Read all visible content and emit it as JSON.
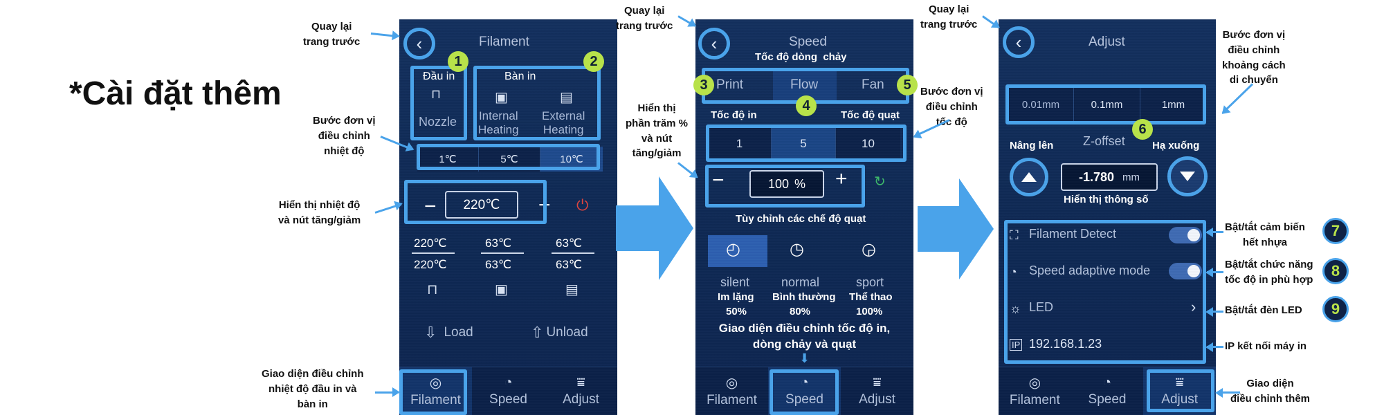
{
  "heading": "*Cài đặt thêm",
  "screen1": {
    "title": "Filament",
    "nozzle_header": "Đầu in",
    "nozzle_label": "Nozzle",
    "bed_header": "Bàn in",
    "internal_heating": "Internal\nHeating",
    "external_heating": "External\nHeating",
    "steps": [
      "1℃",
      "5℃",
      "10℃"
    ],
    "selected_step": "10℃",
    "temp_value": "220℃",
    "minus": "−",
    "plus": "+",
    "readouts": [
      {
        "current": "220℃",
        "target": "220℃",
        "icon": "nozzle-icon"
      },
      {
        "current": "63℃",
        "target": "63℃",
        "icon": "internal-heating-icon"
      },
      {
        "current": "63℃",
        "target": "63℃",
        "icon": "external-heating-icon"
      }
    ],
    "load": "Load",
    "unload": "Unload",
    "nav": [
      "Filament",
      "Speed",
      "Adjust"
    ],
    "active_tab": "Filament"
  },
  "screen2": {
    "title": "Speed",
    "flow_caption": "Tốc độ dòng  chảy",
    "tabs": [
      "Print",
      "Flow",
      "Fan"
    ],
    "selected_tab": "Flow",
    "print_speed_label": "Tốc độ in",
    "fan_speed_label": "Tốc độ quạt",
    "steps": [
      "1",
      "5",
      "10"
    ],
    "selected_step": "5",
    "value": "100",
    "unit": "%",
    "minus": "−",
    "plus": "+",
    "fan_caption": "Tùy chỉnh các chế độ quạt",
    "modes": [
      {
        "name": "silent",
        "vi": "Im lặng",
        "pct": "50%",
        "icon": "fan-silent-icon"
      },
      {
        "name": "normal",
        "vi": "Bình thường",
        "pct": "80%",
        "icon": "fan-normal-icon"
      },
      {
        "name": "sport",
        "vi": "Thể thao",
        "pct": "100%",
        "icon": "fan-sport-icon"
      }
    ],
    "bottom_caption": "Giao diện điều chỉnh tốc độ in,\ndòng chảy và quạt",
    "nav": [
      "Filament",
      "Speed",
      "Adjust"
    ],
    "active_tab": "Speed"
  },
  "screen3": {
    "title": "Adjust",
    "steps": [
      "0.01mm",
      "0.1mm",
      "1mm"
    ],
    "zoffset_label": "Z-offset",
    "up_label": "Nâng lên",
    "down_label": "Hạ xuống",
    "zvalue": "-1.780",
    "zunit": "mm",
    "display_caption": "Hiển thị thông số",
    "settings": [
      {
        "label": "Filament Detect",
        "icon": "filament-detect-icon",
        "control": "toggle",
        "on": true
      },
      {
        "label": "Speed adaptive mode",
        "icon": "speedometer-icon",
        "control": "toggle",
        "on": true
      },
      {
        "label": "LED",
        "icon": "bulb-icon",
        "control": "chevron"
      },
      {
        "label": "192.168.1.23",
        "icon": "ip-icon",
        "control": "none"
      }
    ],
    "nav": [
      "Filament",
      "Speed",
      "Adjust"
    ],
    "active_tab": "Adjust"
  },
  "annotations": {
    "back1": "Quay lại\ntrang trước",
    "temp_step": "Bước đơn vị\nđiều chỉnh\nnhiệt độ",
    "temp_display": "Hiển thị nhiệt độ\nvà nút tăng/giảm",
    "filament_ui": "Giao diện điều chỉnh\nnhiệt độ đầu in và\nbàn in",
    "back2": "Quay lại\ntrang trước",
    "percent_display": "Hiển thị\nphần trăm %\nvà nút\ntăng/giảm",
    "speed_step": "Bước đơn vị\nđiều chỉnh\ntốc độ",
    "back3": "Quay lại\ntrang trước",
    "move_step": "Bước đơn vị\nđiều chỉnh\nkhoảng cách\ndi chuyển",
    "filament_sensor": "Bật/tắt cảm biến\nhết nhựa",
    "speed_adaptive": "Bật/tắt chức năng\ntốc độ in phù hợp",
    "led": "Bật/tắt đèn LED",
    "ip": "IP kết nối máy in",
    "adjust_ui": "Giao diện\nđiều chỉnh thêm"
  },
  "badges": [
    "1",
    "2",
    "3",
    "4",
    "5",
    "6",
    "7",
    "8",
    "9"
  ],
  "colors": {
    "accent": "#4aa3ea",
    "badge": "#b8e24a",
    "screen_bg": "#102b57"
  }
}
